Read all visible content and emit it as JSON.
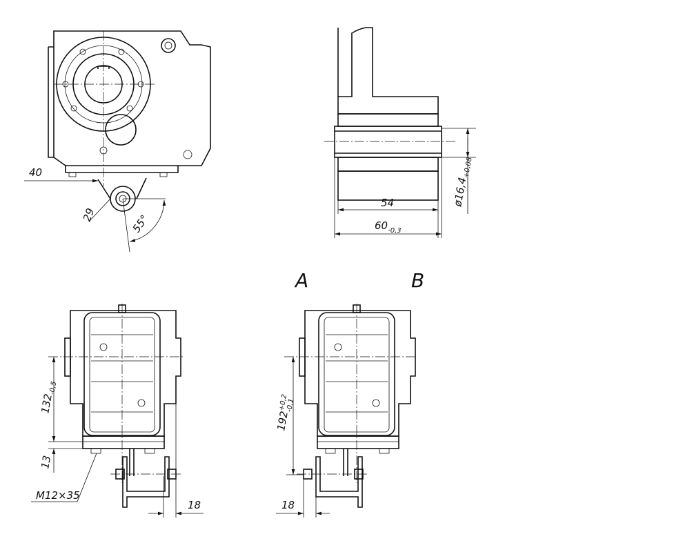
{
  "view_labels": {
    "a": "A",
    "b": "B"
  },
  "top_left_view": {
    "dim_offset": "40",
    "dim_radius": "29",
    "dim_angle": "55°"
  },
  "section_view": {
    "dim_inner_length": "54",
    "dim_outer_length": "60",
    "dim_outer_tol": "-0,3",
    "dim_diameter": "ø16,4",
    "dim_diameter_tol": "+0,08"
  },
  "view_a": {
    "dim_height": "132",
    "dim_height_tol": "-0,5",
    "dim_base": "13",
    "bolt_spec": "M12×35",
    "dim_offset": "18"
  },
  "view_b": {
    "dim_height": "192",
    "dim_height_tol_upper": "+0,2",
    "dim_height_tol_lower": "-0,1",
    "dim_offset": "18"
  }
}
